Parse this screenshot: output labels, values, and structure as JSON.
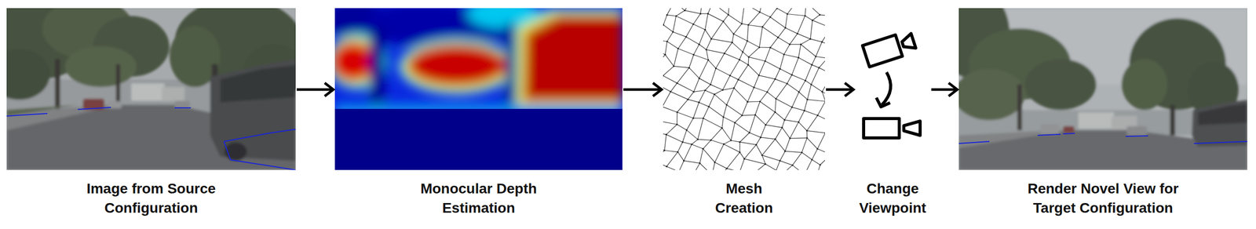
{
  "diagram": {
    "nodes": [
      {
        "text": [
          "Image from Source Configuration"
        ]
      },
      {
        "text": [
          "Monocular Depth Estimation"
        ]
      },
      {
        "text": [
          "Mesh Creation"
        ]
      },
      {
        "text": [
          "Change Viewpoint"
        ]
      },
      {
        "text": [
          "Render Novel View for Target Configuration"
        ]
      }
    ],
    "edges": [
      {
        "from": 0,
        "to": 1,
        "arrow": "to"
      },
      {
        "from": 1,
        "to": 2,
        "arrow": "to"
      },
      {
        "from": 2,
        "to": 3,
        "arrow": "to"
      },
      {
        "from": 3,
        "to": 4,
        "arrow": "to"
      }
    ]
  }
}
